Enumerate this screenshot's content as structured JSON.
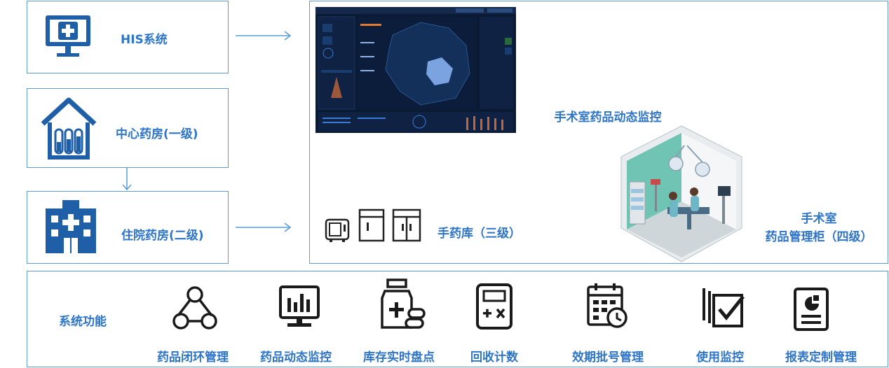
{
  "left": {
    "his": "HIS系统",
    "central": "中心药房(一级)",
    "inpatient": "住院药房(二级)"
  },
  "right": {
    "monitor": "手术室药品动态监控",
    "hand_store": "手药库（三级）",
    "or_line1": "手术室",
    "or_line2": "药品管理柜（四级）"
  },
  "bottom": {
    "title": "系统功能",
    "functions": [
      {
        "label": "药品闭环管理",
        "icon": "closed-loop-icon"
      },
      {
        "label": "药品动态监控",
        "icon": "monitor-chart-icon"
      },
      {
        "label": "库存实时盘点",
        "icon": "medicine-bottle-icon"
      },
      {
        "label": "回收计数",
        "icon": "calculator-icon"
      },
      {
        "label": "效期批号管理",
        "icon": "calendar-clock-icon"
      },
      {
        "label": "使用监控",
        "icon": "checklist-icon"
      },
      {
        "label": "报表定制管理",
        "icon": "report-icon"
      }
    ]
  },
  "colors": {
    "accent": "#2e75c7",
    "border": "#5b9bd5",
    "icon_dark": "#1a1a1a"
  }
}
